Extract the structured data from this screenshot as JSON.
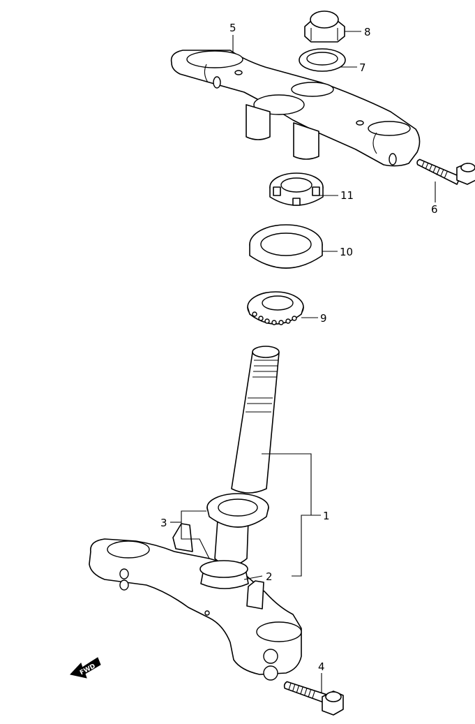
{
  "diagram": {
    "callouts": [
      "1",
      "2",
      "3",
      "4",
      "5",
      "6",
      "7",
      "8",
      "9",
      "10",
      "11"
    ],
    "fwd_label": "FWD"
  }
}
